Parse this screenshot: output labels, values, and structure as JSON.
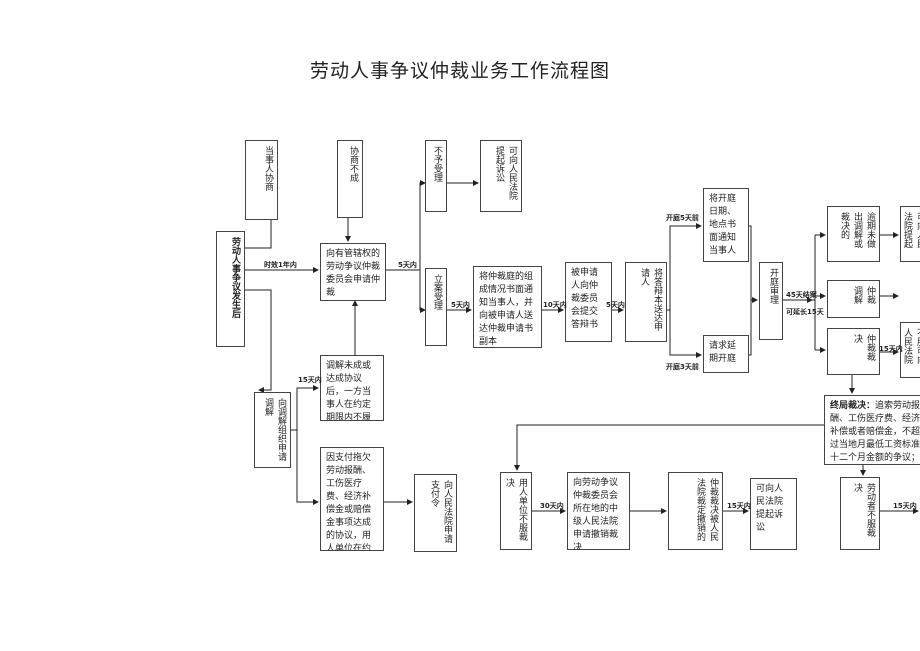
{
  "title": "劳动人事争议仲裁业务工作流程图",
  "boxes": {
    "dispute": "劳动人事争议发生后",
    "negotiate": "当事人协商",
    "neg_fail": "协商不成",
    "apply": "向有管辖权的劳动争议仲裁委员会申请仲裁",
    "mediation_org": "向调解组织申请调解",
    "mediation_fail": "调解未成或达成协议后，一方当事人在约定期限内不履行",
    "wage_agreement": "因支付拖欠劳动报酬、工伤医疗费、经济补偿金或赔偿金事项达成的协议，用人单位在约定期限内不履行",
    "court_payment": "向人民法院申请支付令",
    "reject": "不予受理",
    "court_sue_1": "可向人民法院提起诉讼",
    "accept": "立案受理",
    "notify": "将仲裁庭的组成情况书面通知当事人，并向被申请人送达仲裁申请书副本",
    "defense": "被申请人向仲裁委员会提交答辩书",
    "send_defense": "将答辩本送达申请人",
    "hearing_notice": "将开庭日期、地点书面通知当事人",
    "postpone": "请求延期开庭",
    "trial": "开庭审理",
    "overdue": "逾期未做出调解或裁决的",
    "court_sue_2": "可向人民法院提起诉讼",
    "mediate": "仲裁调解",
    "ruling": "仲裁裁决",
    "dissatisfied": "不服可向人民法院提起诉讼",
    "final_ruling_head": "终局裁决：",
    "final_ruling_text": "追索劳动报酬、工伤医疗费、经济补偿或者赔偿金，不超过当地月最低工资标准十二个月金额的争议；因执行国家的劳动标准在工作时间、休息休假、社会保险等方面发生的争议",
    "employer_unhappy": "用人单位不服裁决",
    "employer_court": "向劳动争议仲裁委员会所在地的中级人民法院申请撤销裁决",
    "court_revoked": "仲裁裁决被人民法院裁定撤销的",
    "court_sue_3": "可向人民法院提起诉讼",
    "worker_unhappy": "劳动者不服裁决"
  },
  "labels": {
    "timelimit": "时效1年内",
    "d5_a": "5天内",
    "d5_b": "5天内",
    "d10": "10天内",
    "d5_c": "5天内",
    "before5": "开庭5天前",
    "before3": "开庭3天前",
    "d45": "45天结案",
    "ext15": "可延长15天",
    "d15_a": "15天内",
    "d15_b": "15天内",
    "d30": "30天内",
    "d15_c": "15天内",
    "d15_d": "15天内"
  }
}
